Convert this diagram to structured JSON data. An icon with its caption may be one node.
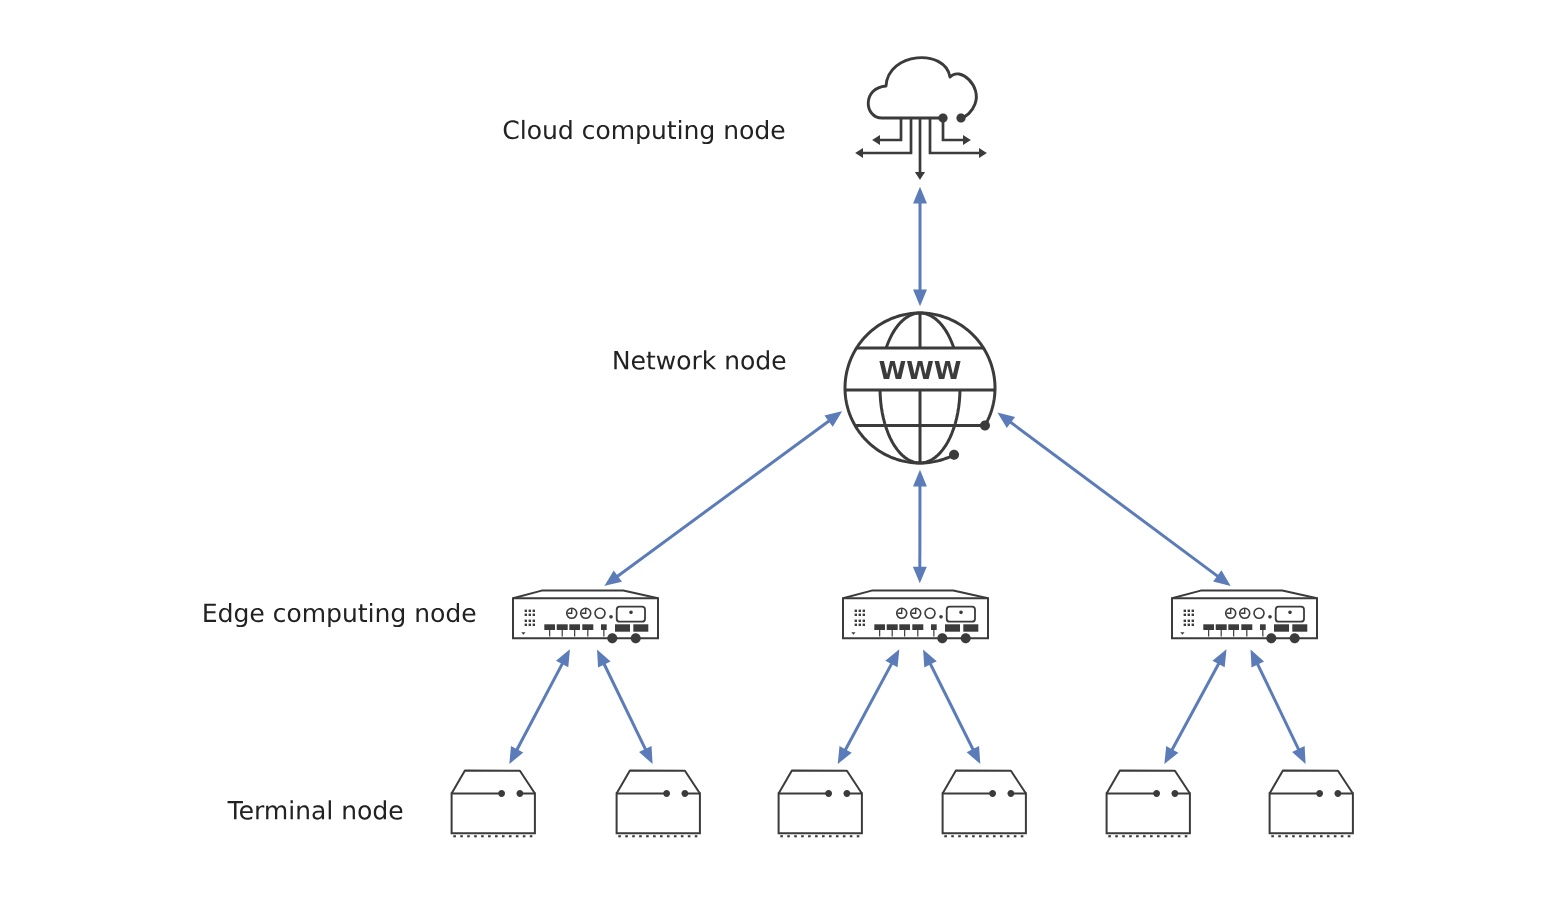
{
  "diagram": {
    "nodes": [
      {
        "text": [],
        "shape": "cloud",
        "beside": [
          "Cloud computing node"
        ]
      },
      {
        "text": [
          "WWW"
        ],
        "beside": [
          "Network node"
        ]
      },
      {
        "text": [],
        "shape": "picture",
        "beside": [
          "Edge computing node"
        ]
      },
      {
        "text": [],
        "shape": "picture"
      },
      {
        "text": [],
        "shape": "picture"
      },
      {
        "text": [],
        "shape": "picture",
        "beside": [
          "Terminal node"
        ]
      },
      {
        "text": [],
        "shape": "picture"
      },
      {
        "text": [],
        "shape": "picture"
      },
      {
        "text": [],
        "shape": "picture"
      },
      {
        "text": [],
        "shape": "picture"
      },
      {
        "text": [],
        "shape": "picture"
      }
    ],
    "edges": [
      {
        "from": 0,
        "to": 1,
        "arrow": "both"
      },
      {
        "from": 1,
        "to": 2,
        "arrow": "both"
      },
      {
        "from": 1,
        "to": 3,
        "arrow": "both"
      },
      {
        "from": 1,
        "to": 4,
        "arrow": "both"
      },
      {
        "from": 2,
        "to": 5,
        "arrow": "both"
      },
      {
        "from": 2,
        "to": 6,
        "arrow": "both"
      },
      {
        "from": 3,
        "to": 7,
        "arrow": "both"
      },
      {
        "from": 3,
        "to": 8,
        "arrow": "both"
      },
      {
        "from": 4,
        "to": 9,
        "arrow": "both"
      },
      {
        "from": 4,
        "to": 10,
        "arrow": "both"
      }
    ]
  }
}
